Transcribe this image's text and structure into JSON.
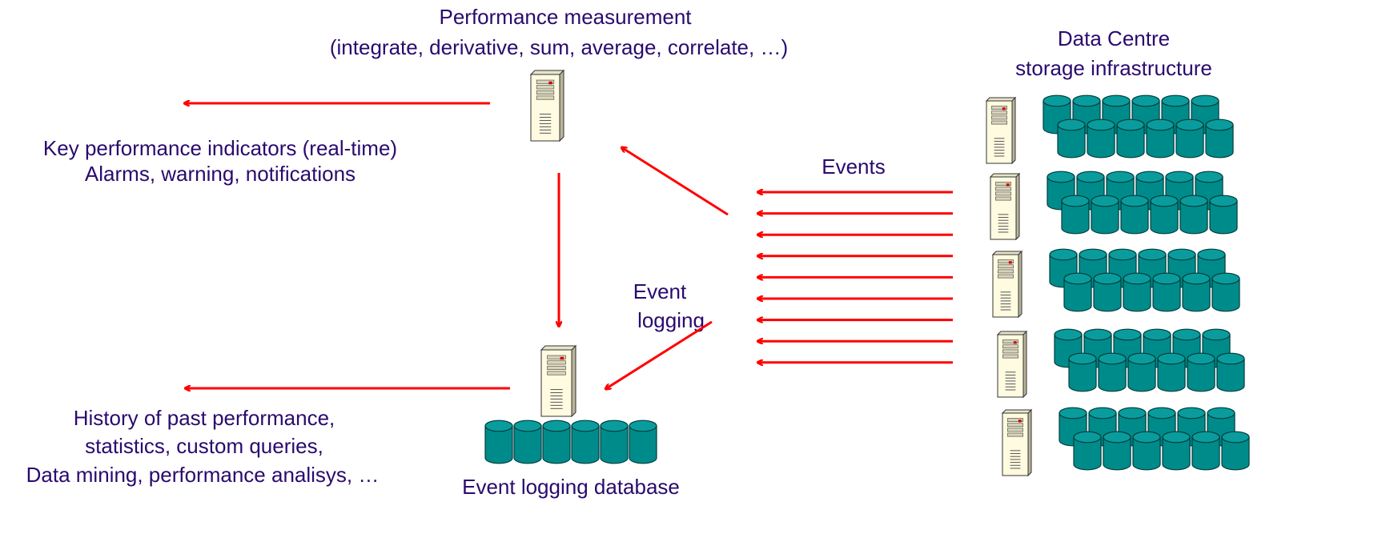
{
  "colors": {
    "text": "#2a0a6e",
    "arrow": "#ff0000",
    "disk_fill": "#008b8b",
    "disk_stroke": "#003c3c",
    "server_body": "#fffbe0"
  },
  "labels": {
    "perf_title": "Performance measurement",
    "perf_ops": "(integrate, derivative, sum, average, correlate, …)",
    "datacentre_line1": "Data Centre",
    "datacentre_line2": "storage infrastructure",
    "kpi_line1": "Key performance indicators (real-time)",
    "kpi_line2": "Alarms, warning, notifications",
    "events": "Events",
    "event_logging_line1": "Event",
    "event_logging_line2": "logging",
    "history_line1": "History of past performance,",
    "history_line2": "statistics, custom queries,",
    "history_line3": "Data mining, performance analisys, …",
    "db_label": "Event logging database"
  },
  "icons": {
    "server": "server-tower-icon",
    "disk": "database-cylinder-icon"
  },
  "counts": {
    "event_arrows": 9,
    "storage_racks": 5,
    "db_disks": 6
  }
}
